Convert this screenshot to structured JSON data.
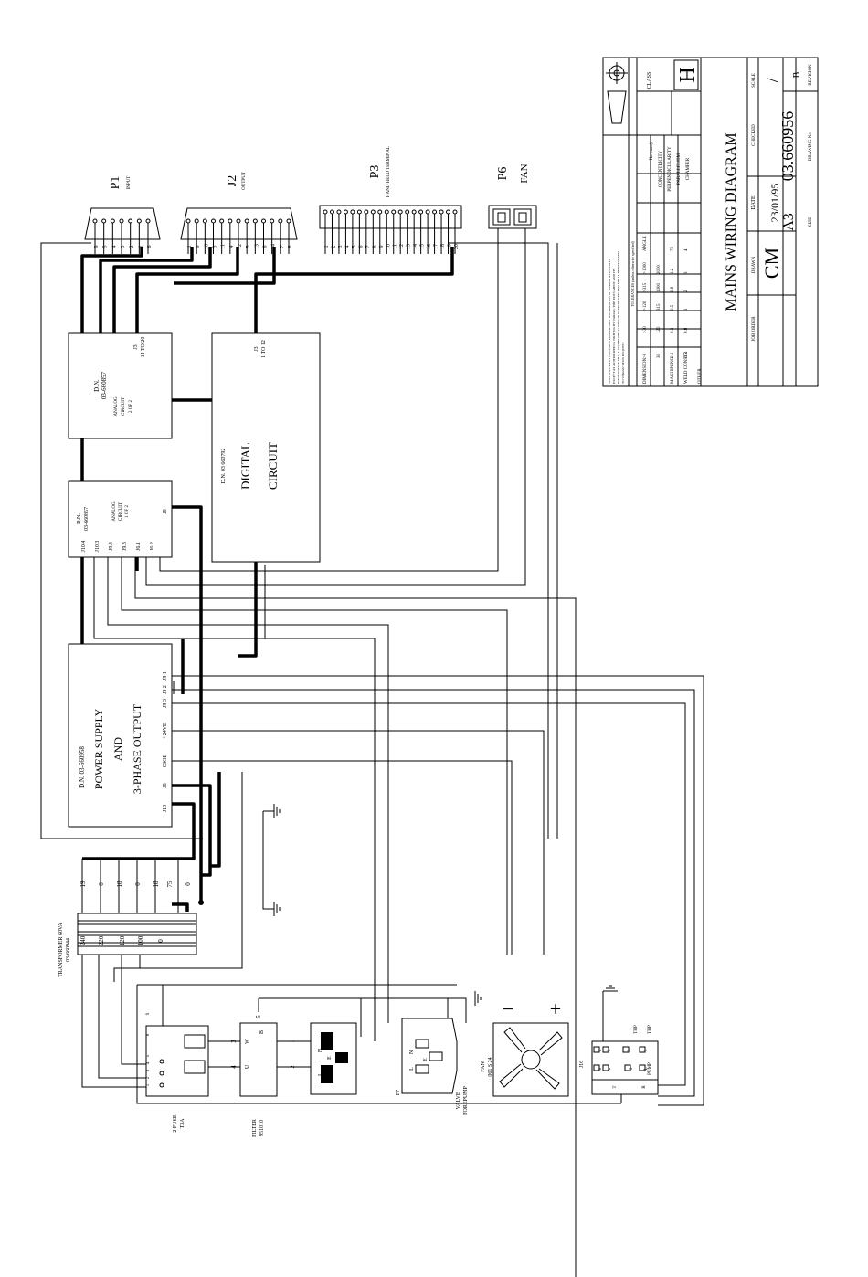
{
  "connectors": {
    "p1": {
      "name": "P1",
      "sub": "INPUT"
    },
    "j2": {
      "name": "J2",
      "sub": "OUTPUT"
    },
    "p3": {
      "name": "P3",
      "sub": "HAND HELD TERMINAL"
    },
    "p6": {
      "name": "P6",
      "sub": "FAN"
    }
  },
  "pins": {
    "p1": [
      "9",
      "5",
      "4",
      "3",
      "2",
      "1",
      "6"
    ],
    "j2": [
      "1",
      "9",
      "10",
      "3",
      "11",
      "4",
      "12",
      "5",
      "13",
      "6",
      "14",
      "7",
      "8"
    ],
    "p3": [
      "1",
      "2",
      "3",
      "4",
      "5",
      "6",
      "7",
      "8",
      "9",
      "10",
      "11",
      "12",
      "13",
      "14",
      "15",
      "16",
      "17",
      "18",
      "19",
      "20"
    ]
  },
  "blocks": {
    "analog2": {
      "line1": "D.N.",
      "line2": "03-660857",
      "desc1": "ANALOG",
      "desc2": "CIRCUIT",
      "desc3": "2 OF 2",
      "port": "J3",
      "port_range": "14 TO 20"
    },
    "analog1": {
      "line1": "D.N.",
      "line2": "03-660857",
      "desc1": "ANALOG",
      "desc2": "CIRCUIT",
      "desc3": "1 OF 2",
      "ports": [
        "J10.4",
        "J10.3",
        "J9.4",
        "J9.3",
        "J6.1",
        "J6.2"
      ],
      "top_port": "J8"
    },
    "digital": {
      "dn": "D.N. 03 660792",
      "title1": "DIGITAL",
      "title2": "CIRCUIT",
      "port": "J3",
      "port_range": "1 TO 12"
    },
    "power": {
      "dn": "D.N. 03-660958",
      "title1": "POWER SUPPLY",
      "title2": "AND",
      "title3": "3-PHASE OUTPUT",
      "ports": [
        "J10",
        "J8",
        "0SOE",
        "+24VE",
        "J9 3",
        "J9 2",
        "J9 1"
      ]
    }
  },
  "transformer": {
    "label1": "TRANSFORMER 60VA",
    "label2": "03-660944",
    "primary": [
      "240",
      "220",
      "120",
      "100",
      "0"
    ],
    "secondary": [
      "19",
      "0",
      "18",
      "0",
      "18",
      "75",
      "0"
    ]
  },
  "components": {
    "fuse": {
      "label1": "2 FUSE",
      "label2": "T3A",
      "pins": [
        "8",
        "9",
        "1",
        "2",
        "3",
        "4",
        "5"
      ]
    },
    "filter": {
      "label1": "FILTER",
      "label2": "951010",
      "pins": [
        "3",
        "4",
        "5",
        "W",
        "B",
        "U"
      ]
    },
    "mains_inlet": {
      "pins": [
        "1",
        "2",
        "N",
        "E",
        "L"
      ]
    },
    "valve": {
      "label1": "VALVE",
      "label2": "FOREPUMP",
      "ref": "F7",
      "pins": [
        "N",
        "E",
        "L"
      ]
    },
    "fan": {
      "label1": "FAN",
      "label2": "061 S 24",
      "minus": "−",
      "plus": "+"
    },
    "pump_connector": {
      "ref": "J16",
      "labels": [
        "THP",
        "THP",
        "PUMP"
      ],
      "pins": [
        "4",
        "3",
        "2",
        "1",
        "b",
        "a",
        "L",
        "S",
        "T",
        "R"
      ]
    }
  },
  "title_block": {
    "notice": "THIS DOCUMENT CONTAINS PROPRIETARY INFORMATION OF VARIAN ASSOCIATES EXCEPT AS AUTHORIZED IN WRITING BY VARIAN, THIS DOCUMENT AND ITS INFORMATION SHALL NOT BE DISCLOSED OR REPRODUCED AND SHALL BE RETURNED TO VARIAN UPON REQUEST",
    "tolerance_heading": "TOLERANCES (unless otherwise specified)",
    "tolerance_rows": [
      [
        "DIMENSION",
        ">0",
        ">30",
        ">120",
        ">315",
        ">1000",
        "ANGLE"
      ],
      [
        "",
        "30",
        "120",
        "315",
        "1000",
        "2000",
        ""
      ],
      [
        "MACHINING",
        "0.2",
        "0.3",
        "0.5",
        "0.8",
        "1.2",
        "72"
      ],
      [
        "WELD CONSTR",
        "0.5",
        "0.8",
        "1",
        "2",
        "3",
        "4"
      ],
      [
        "OTHER",
        "",
        "",
        "",
        "",
        "",
        ""
      ]
    ],
    "ra_label": "Ra (max):",
    "symbols": [
      "CONCENTRICITY",
      "PERPENDICULARITY",
      "PARALLELISM",
      "CHAMFER"
    ],
    "class_label": "CLASS",
    "class_value": "H",
    "title": "MAINS WIRING DIAGRAM",
    "job_order_label": "JOB ORDER",
    "drawn_label": "DRAWN",
    "drawn_value": "CM",
    "date_label": "DATE",
    "date_value": "23/01/95",
    "checked_label": "CHECKED",
    "scale_label": "SCALE",
    "scale_value": "/",
    "size_label": "SIZE",
    "size_value": "A3",
    "drawing_no_label": "DRAWING No.",
    "drawing_no_value": "03.660956",
    "revision_label": "REVISION",
    "revision_value": "B"
  }
}
